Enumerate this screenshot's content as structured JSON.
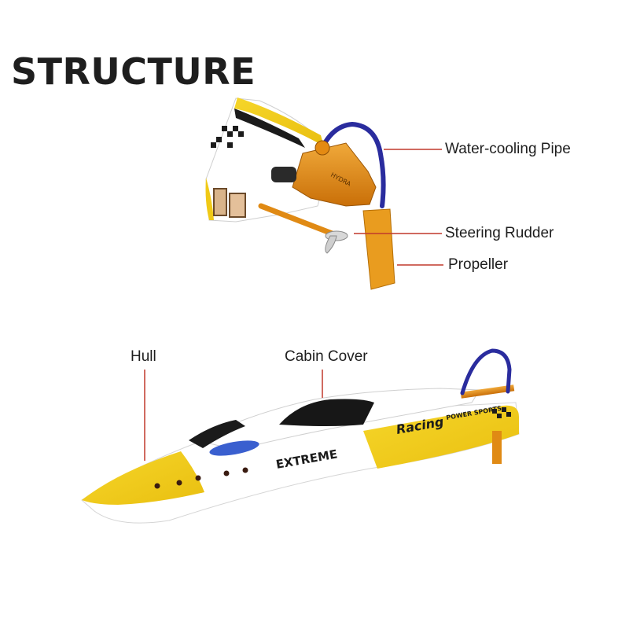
{
  "title": "STRUCTURE",
  "labels": {
    "water_cooling_pipe": "Water-cooling Pipe",
    "steering_rudder": "Steering Rudder",
    "propeller": "Propeller",
    "hull": "Hull",
    "cabin_cover": "Cabin Cover"
  },
  "decals": {
    "extreme": "EXTREME",
    "racing": "Racing",
    "power_sports": "POWER SPORTS",
    "hydra": "HYDRA"
  },
  "colors": {
    "hull_yellow": "#f2cf1c",
    "hull_white": "#ffffff",
    "metal_orange": "#e48a12",
    "pipe_blue": "#2a2c9e",
    "leader_red": "#c0392b",
    "text": "#1e1e1e"
  }
}
